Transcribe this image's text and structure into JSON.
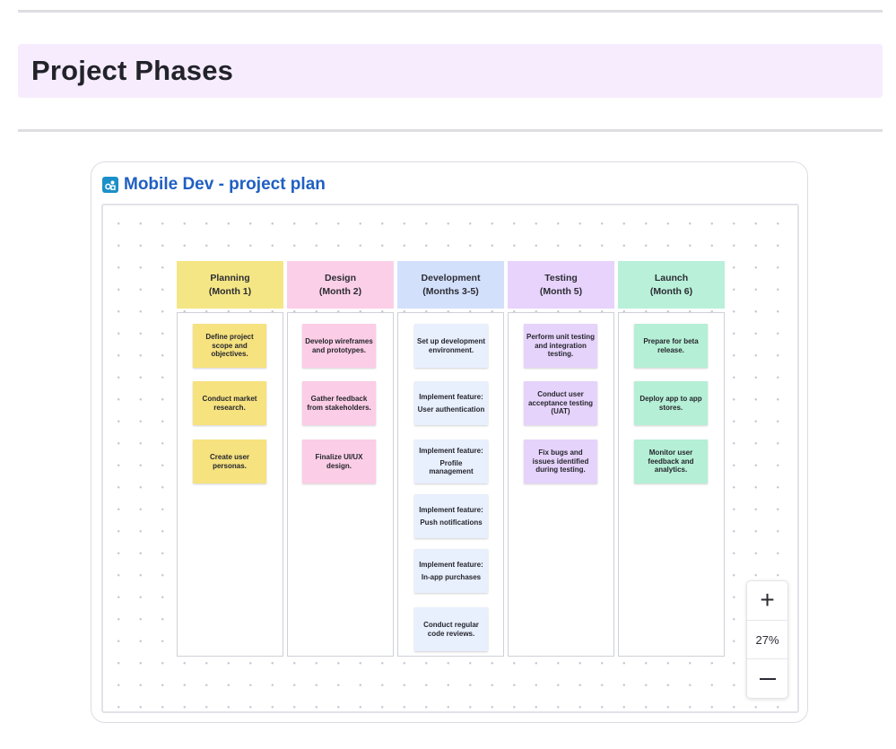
{
  "page": {
    "heading": "Project Phases"
  },
  "embed": {
    "title": "Mobile Dev - project plan",
    "icon": "whiteboard-app-icon"
  },
  "zoom": {
    "in_icon": "+",
    "level": "27%",
    "out_icon": "minus-icon"
  },
  "colors": {
    "planning": "#f5e685",
    "design": "#fccfe8",
    "development": "#d3e0fc",
    "testing": "#e7d3fb",
    "launch": "#b9f0d9"
  },
  "columns": [
    {
      "name": "Planning",
      "period": "(Month 1)",
      "color": "#f5e685",
      "note_color": "#f6e27f",
      "cards": [
        [
          "Define project scope and objectives."
        ],
        [
          "Conduct market research."
        ],
        [
          "Create user personas."
        ]
      ]
    },
    {
      "name": "Design",
      "period": "(Month 2)",
      "color": "#fccfe8",
      "note_color": "#fbcde6",
      "cards": [
        [
          "Develop wireframes and prototypes."
        ],
        [
          "Gather feedback from stakeholders."
        ],
        [
          "Finalize UI/UX design."
        ]
      ]
    },
    {
      "name": "Development",
      "period": "(Months 3-5)",
      "color": "#d3e0fc",
      "note_color": "#e8effd",
      "cards": [
        [
          "Set up development environment."
        ],
        [
          "Implement feature:",
          "User authentication"
        ],
        [
          "Implement feature:",
          "Profile management"
        ],
        [
          "Implement feature:",
          "Push notifications"
        ],
        [
          "Implement feature:",
          "In-app purchases"
        ],
        [
          "Conduct regular code reviews."
        ]
      ]
    },
    {
      "name": "Testing",
      "period": "(Month 5)",
      "color": "#e7d3fb",
      "note_color": "#e6d3fb",
      "cards": [
        [
          "Perform unit testing and integration testing."
        ],
        [
          "Conduct user acceptance testing (UAT)"
        ],
        [
          "Fix bugs and issues identified during testing."
        ]
      ]
    },
    {
      "name": "Launch",
      "period": "(Month 6)",
      "color": "#b9f0d9",
      "note_color": "#b5efd6",
      "cards": [
        [
          "Prepare for beta release."
        ],
        [
          "Deploy app to app stores."
        ],
        [
          "Monitor user feedback and analytics."
        ]
      ]
    }
  ]
}
